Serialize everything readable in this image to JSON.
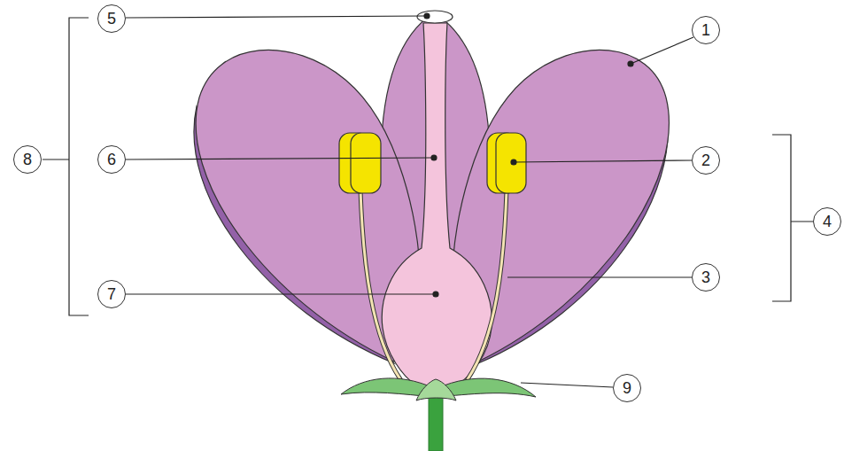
{
  "diagram": {
    "labels": [
      "5",
      "1",
      "8",
      "6",
      "2",
      "4",
      "3",
      "7",
      "9"
    ]
  }
}
